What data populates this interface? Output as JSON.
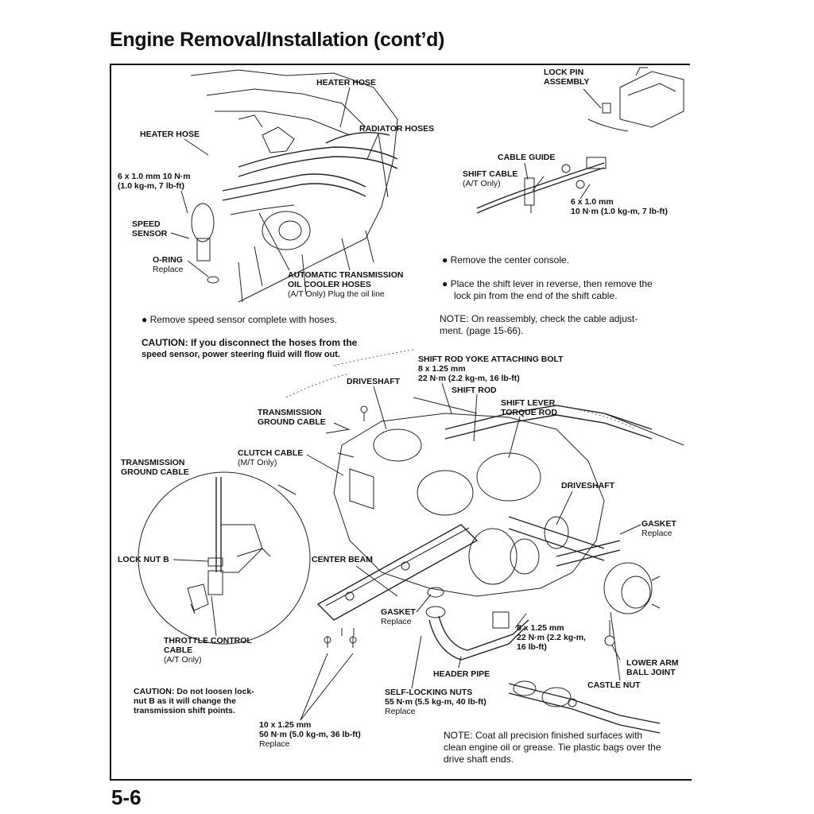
{
  "page": {
    "title": "Engine Removal/Installation (cont’d)",
    "page_number": "5-6"
  },
  "labels": {
    "heater_hose_top": "HEATER HOSE",
    "heater_hose_left": "HEATER HOSE",
    "radiator_hoses": "RADIATOR HOSES",
    "bolt_6x1": "6 x 1.0 mm 10 N·m",
    "bolt_6x1_b": "(1.0 kg-m, 7 lb-ft)",
    "speed_sensor_1": "SPEED",
    "speed_sensor_2": "SENSOR",
    "oring": "O-RING",
    "oring_note": "Replace",
    "atf_cooler_1": "AUTOMATIC TRANSMISSION",
    "atf_cooler_2": "OIL COOLER HOSES",
    "atf_cooler_3": "(A/T Only) Plug the oil line",
    "lock_pin_1": "LOCK PIN",
    "lock_pin_2": "ASSEMBLY",
    "cable_guide": "CABLE GUIDE",
    "shift_cable": "SHIFT CABLE",
    "shift_cable_note": "(A/T Only)",
    "bolt_shift_1": "6 x 1.0 mm",
    "bolt_shift_2": "10 N·m (1.0 kg-m, 7 lb-ft)",
    "shift_rod_bolt_1": "SHIFT ROD YOKE ATTACHING BOLT",
    "shift_rod_bolt_2": "8 x 1.25 mm",
    "shift_rod_bolt_3": "22 N·m (2.2 kg-m, 16 lb-ft)",
    "shift_rod": "SHIFT ROD",
    "driveshaft_left": "DRIVESHAFT",
    "shift_lever_1": "SHIFT LEVER",
    "shift_lever_2": "TORQUE ROD",
    "trans_ground_1": "TRANSMISSION",
    "trans_ground_2": "GROUND CABLE",
    "clutch_1": "CLUTCH CABLE",
    "clutch_2": "(M/T Only)",
    "trans_ground_left_1": "TRANSMISSION",
    "trans_ground_left_2": "GROUND CABLE",
    "driveshaft_right": "DRIVESHAFT",
    "gasket_right": "GASKET",
    "gasket_right_note": "Replace",
    "lock_nut_b": "LOCK NUT B",
    "center_beam": "CENTER BEAM",
    "gasket_mid": "GASKET",
    "gasket_mid_note": "Replace",
    "bolt_8_1": "8 x 1.25 mm",
    "bolt_8_2": "22 N·m (2.2 kg-m,",
    "bolt_8_3": "16 lb-ft)",
    "lower_arm_1": "LOWER ARM",
    "lower_arm_2": "BALL JOINT",
    "castle_nut": "CASTLE NUT",
    "throttle_1": "THROTTLE CONTROL",
    "throttle_2": "CABLE",
    "throttle_3": "(A/T Only)",
    "header_pipe": "HEADER PIPE",
    "self_lock_1": "SELF-LOCKING NUTS",
    "self_lock_2": "55 N·m (5.5 kg-m, 40 lb-ft)",
    "self_lock_3": "Replace",
    "bolt_10_1": "10 x 1.25 mm",
    "bolt_10_2": "50 N·m (5.0 kg-m, 36 lb-ft)",
    "bolt_10_3": "Replace"
  },
  "notes": {
    "remove_speed_sensor": "Remove speed sensor complete with hoses.",
    "caution_speed_1": "CAUTION: If you disconnect the hoses from the",
    "caution_speed_2": "speed sensor, power steering fluid will flow out.",
    "remove_console": "Remove the center console.",
    "shift_lever_1": "Place the shift lever in reverse, then remove the",
    "shift_lever_2": "lock pin from the end of the shift cable.",
    "reassembly_1": "NOTE: On reassembly, check the cable adjust-",
    "reassembly_2": "ment. (page 15-66).",
    "caution_lock_1": "CAUTION: Do not loosen lock-",
    "caution_lock_2": "nut B as it will change the",
    "caution_lock_3": "transmission shift points.",
    "coat_1": "NOTE: Coat all precision finished surfaces with",
    "coat_2": "clean engine oil or grease. Tie plastic bags over the",
    "coat_3": "drive shaft ends."
  },
  "colors": {
    "ink": "#111111",
    "paper": "#ffffff"
  }
}
